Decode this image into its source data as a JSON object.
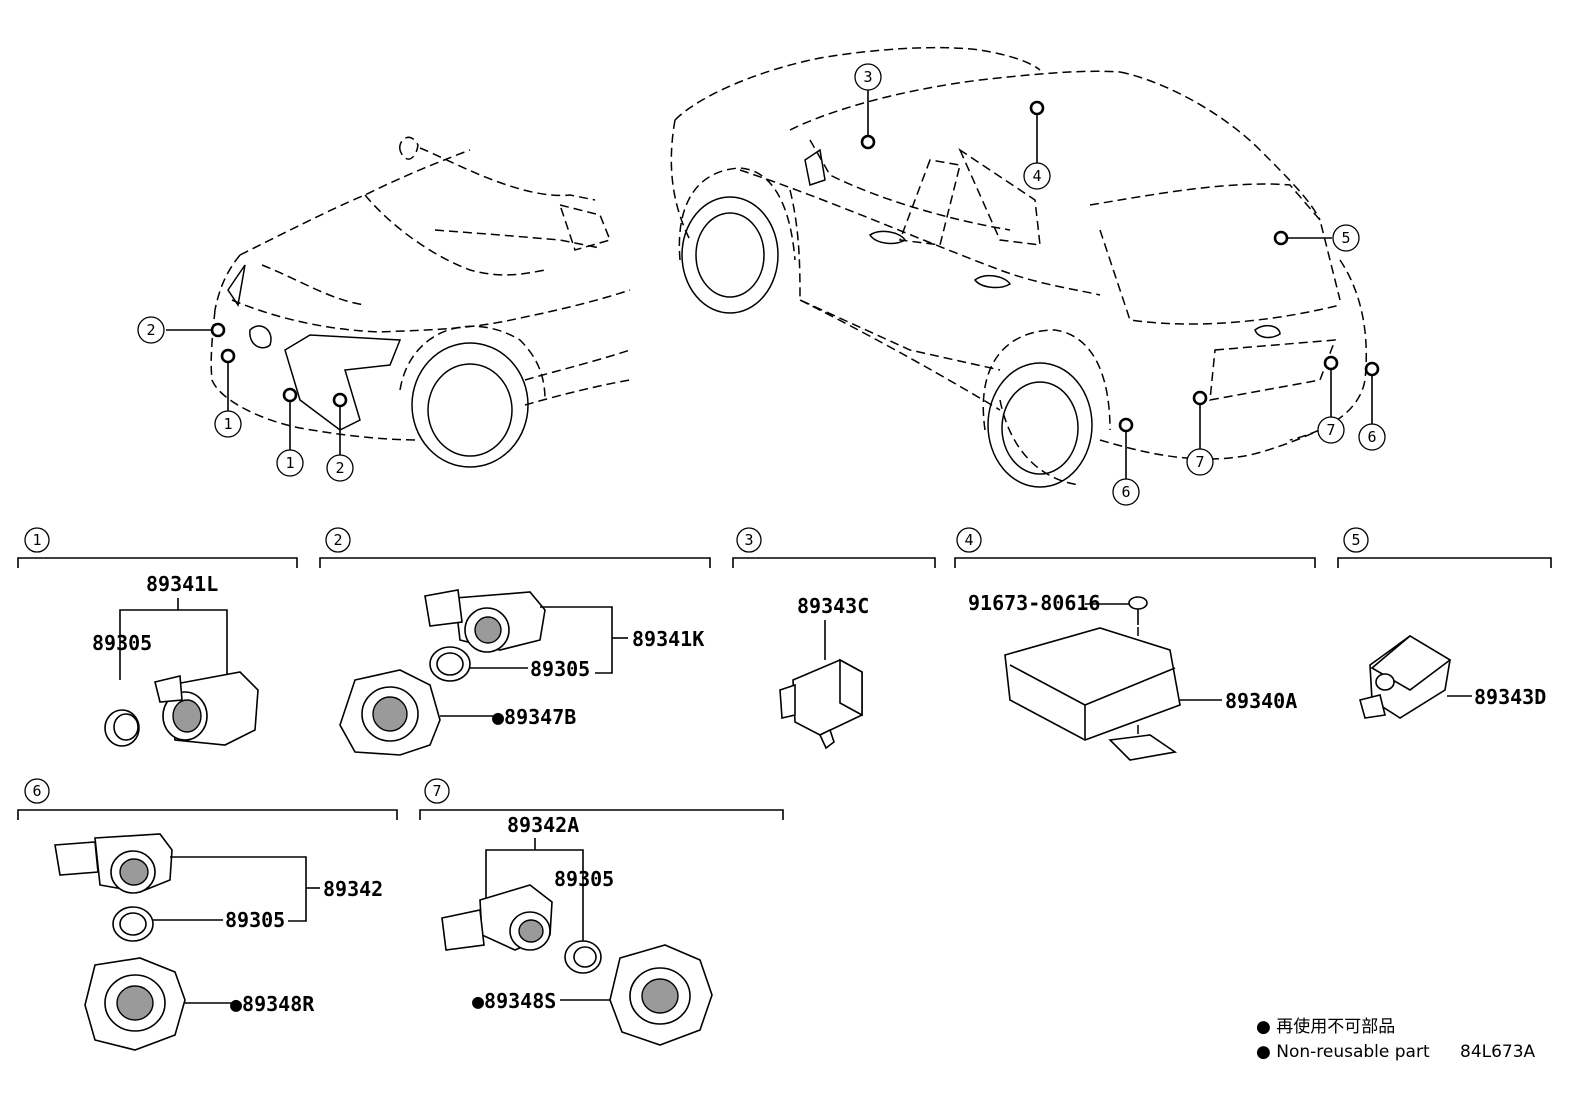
{
  "callouts": [
    "1",
    "2",
    "3",
    "4",
    "5",
    "6",
    "7"
  ],
  "groups": {
    "g1": {
      "label": "1",
      "parts": {
        "sensor": "89341L",
        "ring": "89305"
      }
    },
    "g2": {
      "label": "2",
      "parts": {
        "sensor": "89341K",
        "ring": "89305",
        "holder": "●89347B"
      }
    },
    "g3": {
      "label": "3",
      "parts": {
        "sensor": "89343C"
      }
    },
    "g4": {
      "label": "4",
      "parts": {
        "bolt": "91673-80616",
        "ecu": "89340A"
      }
    },
    "g5": {
      "label": "5",
      "parts": {
        "buzzer": "89343D"
      }
    },
    "g6": {
      "label": "6",
      "parts": {
        "sensor": "89342",
        "ring": "89305",
        "holder": "●89348R"
      }
    },
    "g7": {
      "label": "7",
      "parts": {
        "sensor": "89342A",
        "ring": "89305",
        "holder": "●89348S"
      }
    }
  },
  "legend": {
    "jp": "● 再使用不可部品",
    "en": "● Non-reusable part",
    "code": "84L673A"
  },
  "colors": {
    "line": "#000000",
    "background": "#ffffff",
    "shading": "#9a9a9a"
  }
}
